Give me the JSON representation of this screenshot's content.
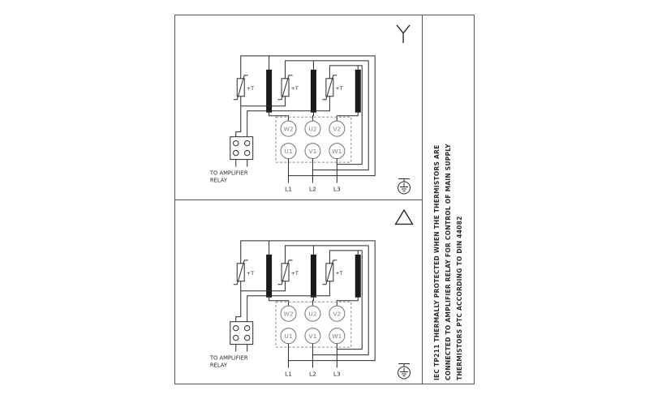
{
  "frame": {
    "side_note_lines": [
      "IEC TP211 THERMALLY PROTECTED WHEN THE THERMISTORS ARE",
      "CONNECTED TO AMPLIFIER RELAY FOR CONTROL OF MAIN SUPPLY",
      "THERMISTORS PTC ACCORDING TO DIN 44082"
    ]
  },
  "sections": [
    {
      "connection": "star",
      "thermistor_label": "+T",
      "terminals_top": [
        "W2",
        "U2",
        "V2"
      ],
      "terminals_bottom": [
        "U1",
        "V1",
        "W1"
      ],
      "phases": [
        "L1",
        "L2",
        "L3"
      ],
      "relay_note_lines": [
        "TO AMPLIFIER",
        "RELAY"
      ]
    },
    {
      "connection": "delta",
      "thermistor_label": "+T",
      "terminals_top": [
        "W2",
        "U2",
        "V2"
      ],
      "terminals_bottom": [
        "U1",
        "V1",
        "W1"
      ],
      "phases": [
        "L1",
        "L2",
        "L3"
      ],
      "relay_note_lines": [
        "TO AMPLIFIER",
        "RELAY"
      ]
    }
  ],
  "colors": {
    "wire": "#2a2a2a",
    "terminal_gray": "#7f7f7f"
  }
}
